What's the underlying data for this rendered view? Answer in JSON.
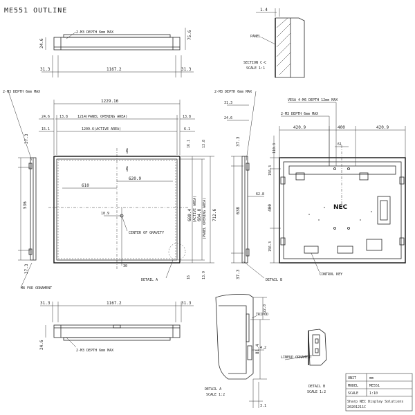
{
  "title": "ME551 OUTLINE",
  "top_view": {
    "dim_thickness": "24.6",
    "dim_right_height": "75.6",
    "note_m3": "2-M3 DEPTH 6mm MAX",
    "dim_left": "31.3",
    "dim_center": "1167.2",
    "dim_right": "31.3"
  },
  "section_cc": {
    "dim_top": "1.4",
    "panel_label": "PANEL",
    "label": "SECTION C-C",
    "scale": "SCALE 1:1"
  },
  "front_view": {
    "note_m3_left": "2-M3 DEPTH 6mm MAX",
    "note_m3_right": "2-M3 DEPTH 6mm MAX",
    "dim_total_width": "1229.16",
    "dim_opening_width": "1214(PANEL OPENING AREA)",
    "dim_active_width": "1209.6(ACTIVE AREA)",
    "dim_side_left_a": "24.6",
    "dim_side_left_b": "13.8",
    "dim_side_left_c": "15.1",
    "dim_side_right_a": "13.8",
    "dim_side_right_b": "6.1",
    "dim_c_label": "C",
    "dim_c_label_2": "C",
    "dim_gravity_x": "620.9",
    "dim_gravity_x2": "610",
    "dim_gravity_y": "10.9",
    "center_gravity": "CENTER OF GRAVITY",
    "dim_height_active": "680.4",
    "dim_height_active_note": "(ACTIVE AREA)",
    "dim_height_opening": "684.8",
    "dim_height_opening_note": "(PANEL OPENING AREA)",
    "dim_height_total": "712.6",
    "dim_v_right_a": "16.1",
    "dim_v_right_b": "13.8",
    "dim_v_right_c": "16",
    "dim_v_right_d": "13.9",
    "dim_center_bottom": "30",
    "detail_a": "DETAIL A",
    "left_height": "536",
    "left_top": "37.3",
    "left_bottom": "37.3",
    "m8_note": "M8 FOR ORNAMENT",
    "side_height": "638",
    "side_top": "37.3",
    "side_bottom": "37.3",
    "side_w1": "31.3",
    "side_w2": "24.6",
    "detail_b": "DETAIL B",
    "detail_b_dim": "62.8"
  },
  "rear_view": {
    "vesa_note": "VESA 4-M6 DEPTH 12mm MAX",
    "m3_note": "2-M3 DEPTH 6mm MAX",
    "dim_left": "420.9",
    "dim_center": "400",
    "dim_right": "420.9",
    "dim_small": "61",
    "dim_top": "110.3",
    "dim_v1": "156.3",
    "dim_v2": "400",
    "dim_v3": "156.3",
    "brand": "NEC",
    "control_key": "CONTROL KEY"
  },
  "bottom_view": {
    "dim_left": "31.3",
    "dim_center": "1167.2",
    "dim_right": "31.3",
    "dim_thickness": "24.6",
    "note_m3": "2-M3 DEPTH 6mm MAX"
  },
  "detail_a_view": {
    "tripod": "TRIPOD",
    "dim_1": "22.8",
    "dim_2": "81.4",
    "dim_3": "4.2",
    "dim_4": "3.1",
    "label": "DETAIL A",
    "scale": "SCALE 1:2"
  },
  "detail_b_view": {
    "lineup": "LINEUP ORNAMENT",
    "label": "DETAIL B",
    "scale": "SCALE 1:2"
  },
  "title_block": {
    "rows": [
      {
        "key": "UNIT",
        "value": "mm"
      },
      {
        "key": "MODEL",
        "value": "ME551"
      },
      {
        "key": "SCALE",
        "value": "1:10"
      }
    ],
    "footer_1": "Sharp NEC Display Solutions",
    "footer_2": "20201211C"
  }
}
